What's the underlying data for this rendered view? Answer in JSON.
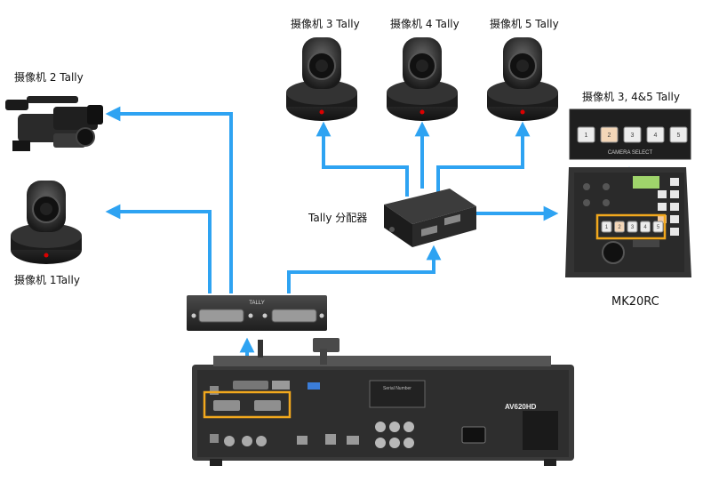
{
  "labels": {
    "cam3": "摄像机 3 Tally",
    "cam4": "摄像机 4 Tally",
    "cam5": "摄像机 5 Tally",
    "cam2": "摄像机 2 Tally",
    "cam1": "摄像机 1Tally",
    "cam345": "摄像机 3, 4&5 Tally",
    "splitter": "Tally 分配器",
    "controller": "MK20RC"
  },
  "panel_text": {
    "tally_bar": "TALLY",
    "camera_select": "CAMERA SELECT",
    "brand": "AV620HD",
    "serial": "Serial Number"
  },
  "camera_buttons": [
    "1",
    "2",
    "3",
    "4",
    "5"
  ],
  "colors": {
    "arrow": "#2ea3f2",
    "highlight": "#f2a81d",
    "device_dark": "#2b2b2b",
    "panel": "#333333"
  }
}
